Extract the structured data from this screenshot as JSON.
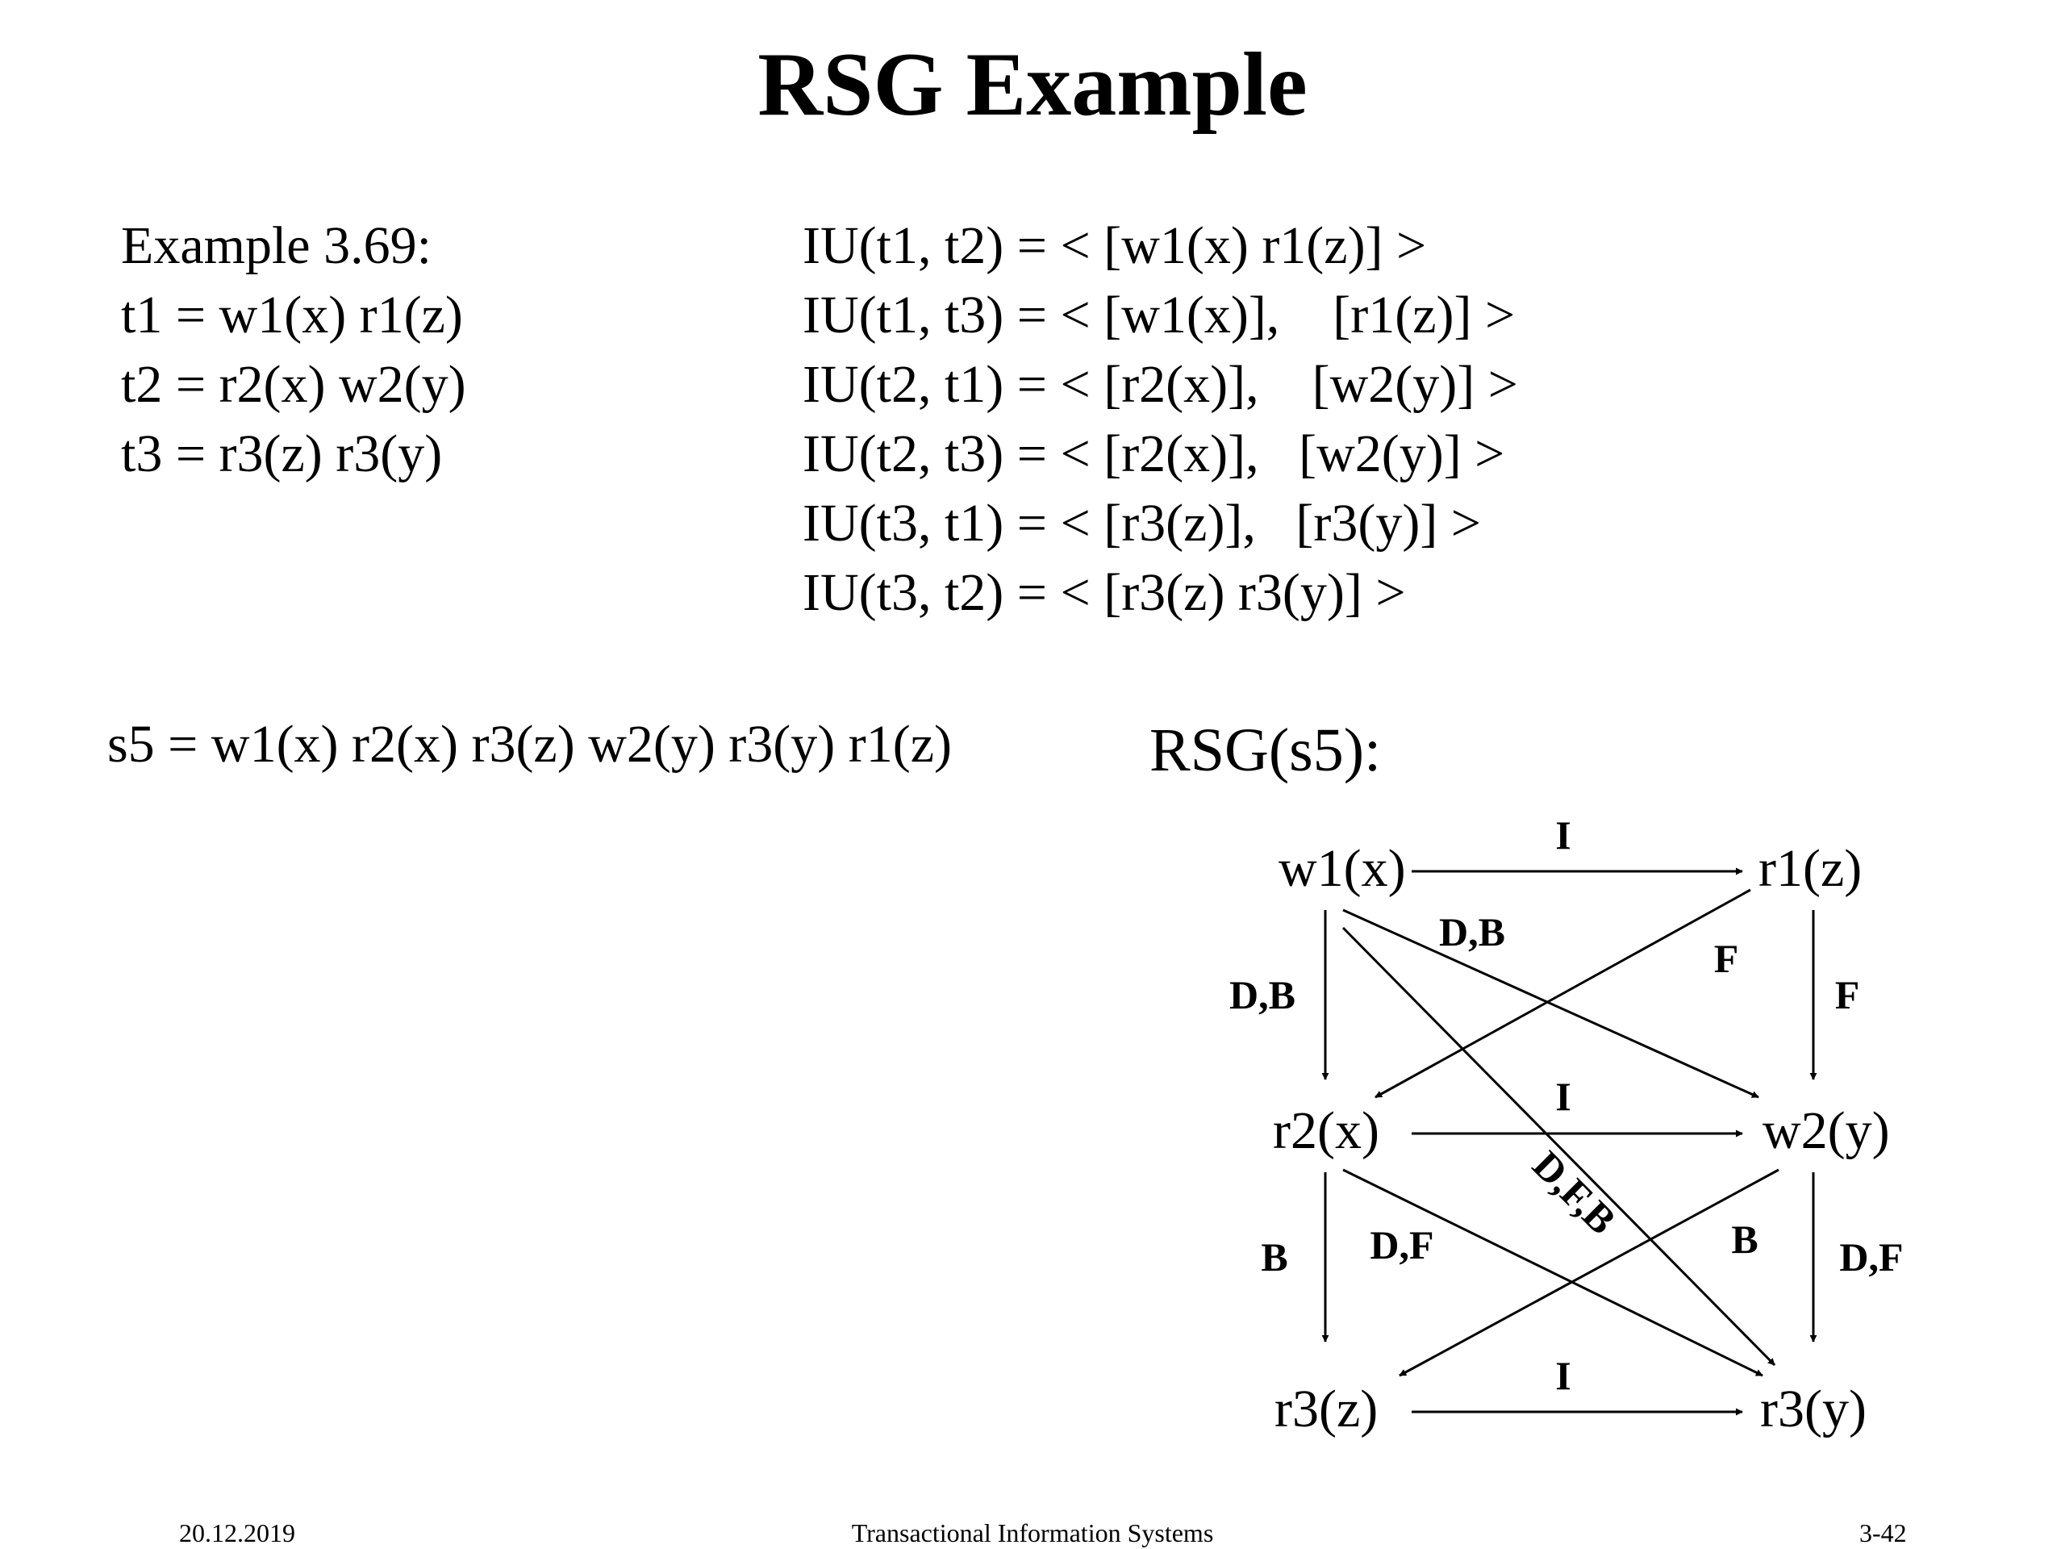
{
  "slide": {
    "title": "RSG Example",
    "example": {
      "heading": "Example 3.69:",
      "transactions": [
        "t1 = w1(x) r1(z)",
        "t2 = r2(x) w2(y)",
        "t3 = r3(z) r3(y)"
      ]
    },
    "iu": [
      "IU(t1, t2) = < [w1(x) r1(z)] >",
      "IU(t1, t3) = < [w1(x)],    [r1(z)] >",
      "IU(t2, t1) = < [r2(x)],    [w2(y)] >",
      "IU(t2, t3) = < [r2(x)],   [w2(y)] >",
      "IU(t3, t1) = < [r3(z)],   [r3(y)] >",
      "IU(t3, t2) = < [r3(z) r3(y)] >"
    ],
    "schedule": "s5 = w1(x) r2(x) r3(z) w2(y) r3(y) r1(z)",
    "rsg_title": "RSG(s5):",
    "footer": {
      "date": "20.12.2019",
      "course": "Transactional Information Systems",
      "page": "3-42"
    }
  },
  "graph": {
    "nodes": {
      "w1x": "w1(x)",
      "r1z": "r1(z)",
      "r2x": "r2(x)",
      "w2y": "w2(y)",
      "r3z": "r3(z)",
      "r3y": "r3(y)"
    },
    "edges": [
      {
        "from": "w1(x)",
        "to": "r1(z)",
        "label": "I"
      },
      {
        "from": "r2(x)",
        "to": "w2(y)",
        "label": "I"
      },
      {
        "from": "r3(z)",
        "to": "r3(y)",
        "label": "I"
      },
      {
        "from": "w1(x)",
        "to": "r2(x)",
        "label": "D,B"
      },
      {
        "from": "r1(z)",
        "to": "w2(y)",
        "label": "F"
      },
      {
        "from": "r2(x)",
        "to": "r3(z)",
        "label": "B"
      },
      {
        "from": "w2(y)",
        "to": "r3(y)",
        "label": "D,F"
      },
      {
        "from": "w1(x)",
        "to": "w2(y)",
        "label": "D,B"
      },
      {
        "from": "r1(z)",
        "to": "r2(x)",
        "label": "F"
      },
      {
        "from": "w1(x)",
        "to": "r3(y)",
        "label": "D,F,B"
      },
      {
        "from": "r2(x)",
        "to": "r3(y)",
        "label": "D,F"
      },
      {
        "from": "w2(y)",
        "to": "r3(z)",
        "label": "B"
      }
    ]
  }
}
